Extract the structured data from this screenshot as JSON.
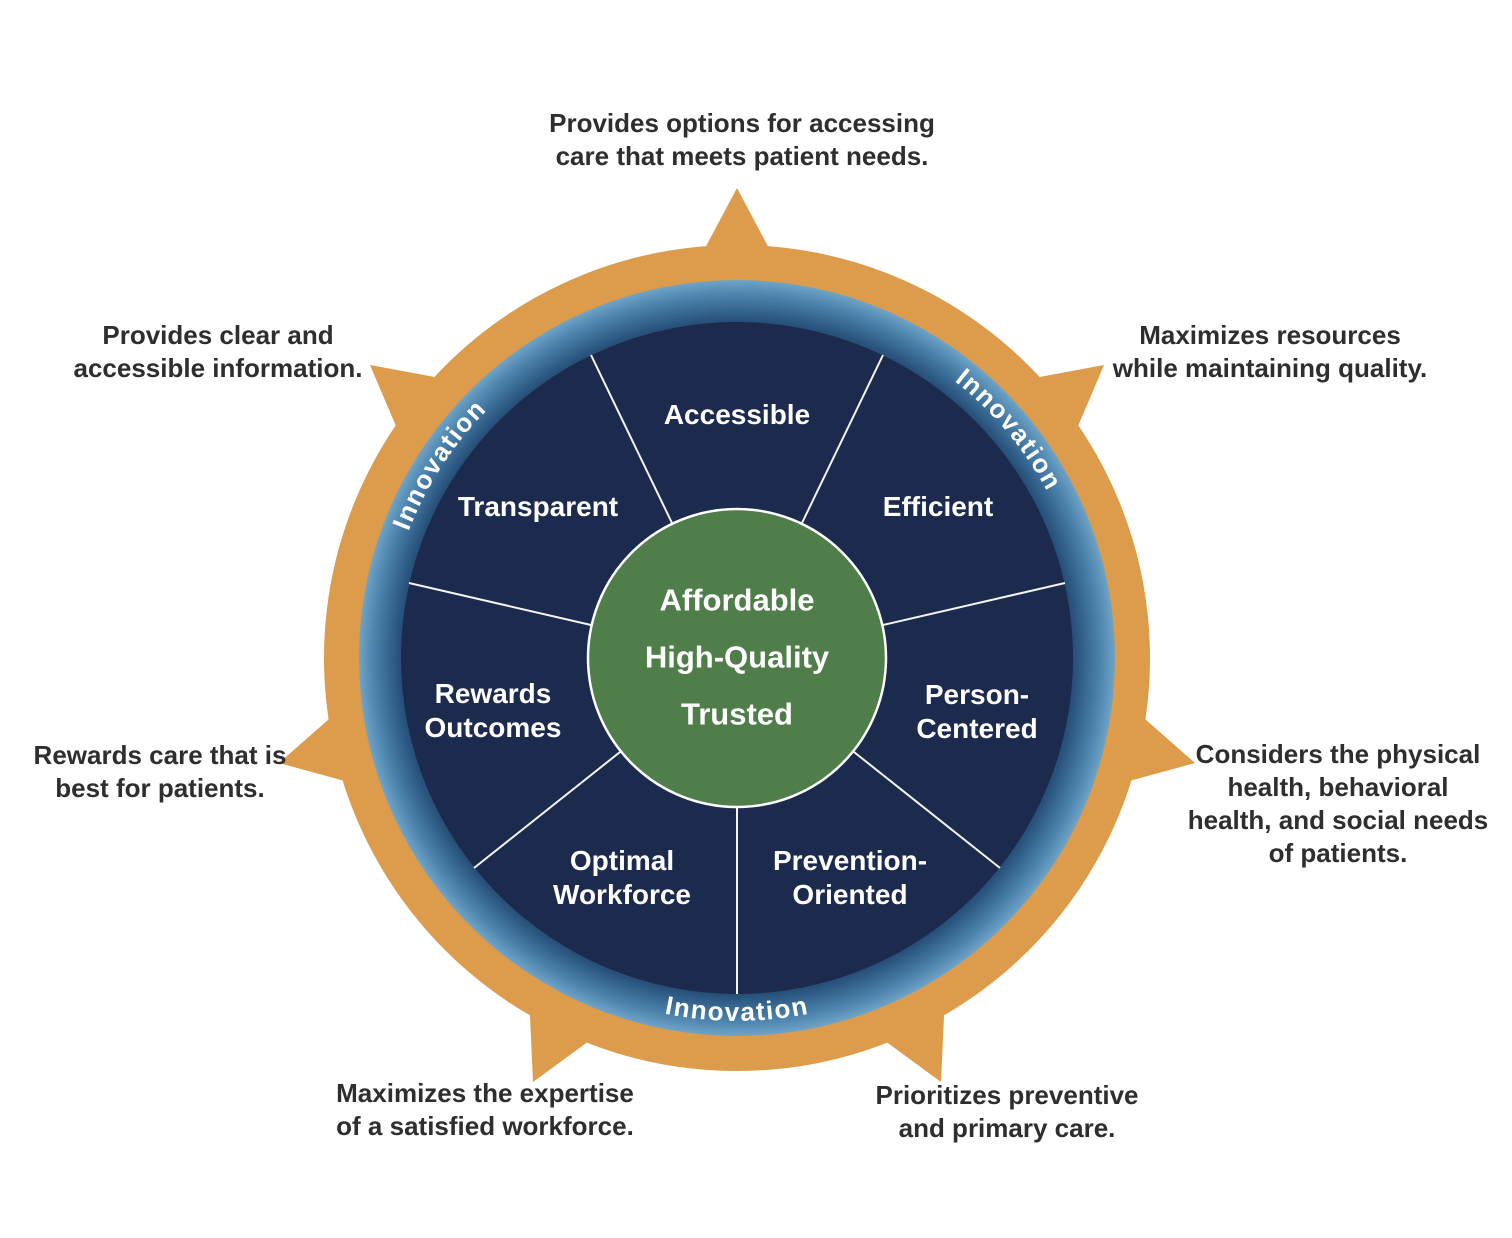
{
  "wheel": {
    "center_labels": [
      "Affordable",
      "High-Quality",
      "Trusted"
    ],
    "innovation_labels": [
      "Innovation",
      "Innovation",
      "Innovation"
    ],
    "segments": [
      {
        "name": "accessible",
        "label_lines": [
          "Accessible"
        ],
        "annotation_lines": [
          "Provides options for accessing",
          "care that meets patient needs."
        ]
      },
      {
        "name": "efficient",
        "label_lines": [
          "Efficient"
        ],
        "annotation_lines": [
          "Maximizes resources",
          "while maintaining quality."
        ]
      },
      {
        "name": "person-centered",
        "label_lines": [
          "Person-",
          "Centered"
        ],
        "annotation_lines": [
          "Considers the physical",
          "health, behavioral",
          "health, and social needs",
          "of patients."
        ]
      },
      {
        "name": "prevention-oriented",
        "label_lines": [
          "Prevention-",
          "Oriented"
        ],
        "annotation_lines": [
          "Prioritizes preventive",
          "and primary care."
        ]
      },
      {
        "name": "optimal-workforce",
        "label_lines": [
          "Optimal",
          "Workforce"
        ],
        "annotation_lines": [
          "Maximizes the expertise",
          "of a satisfied workforce."
        ]
      },
      {
        "name": "rewards-outcomes",
        "label_lines": [
          "Rewards",
          "Outcomes"
        ],
        "annotation_lines": [
          "Rewards care that is",
          "best for patients."
        ]
      },
      {
        "name": "transparent",
        "label_lines": [
          "Transparent"
        ],
        "annotation_lines": [
          "Provides clear and",
          "accessible information."
        ]
      }
    ],
    "colors": {
      "navy": "#1C2A4D",
      "green": "#4F7E4A",
      "orange": "#DD9C4B",
      "blue_ring_outer": "#6FA3C7",
      "blue_ring_inner": "#2A567F",
      "divider_white": "#FFFFFF",
      "annotation_text": "#2E2E2E",
      "label_text": "#FFFFFF"
    }
  }
}
